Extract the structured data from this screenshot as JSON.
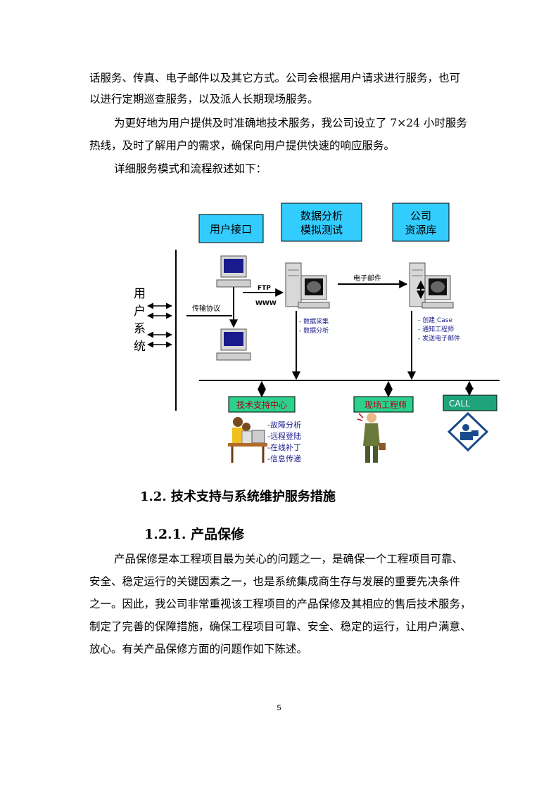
{
  "paragraphs": {
    "p1_line1": "话服务、传真、电子邮件以及其它方式。公司会根据用户请求进行服务，也可",
    "p1_line2": "以进行定期巡查服务，以及派人长期现场服务。",
    "p2_line1": "为更好地为用户提供及时准确地技术服务，我公司设立了 7×24 小时服务",
    "p2_line2": "热线，及时了解用户的需求，确保向用户提供快速的响应服务。",
    "p3": "详细服务模式和流程叙述如下：",
    "p4_line1": "产品保修是本工程项目最为关心的问题之一，是确保一个工程项目可靠、",
    "p4_line2": "安全、稳定运行的关键因素之一，也是系统集成商生存与发展的重要先决条件",
    "p4_line3": "之一。因此，我公司非常重视该工程项目的产品保修及其相应的售后技术服务，",
    "p4_line4": "制定了完善的保障措施，确保工程项目可靠、安全、稳定的运行，让用户满意、",
    "p4_line5": "放心。有关产品保修方面的问题作如下陈述。"
  },
  "headings": {
    "h2": "1.2.  技术支持与系统维护服务措施",
    "h3": "1.2.1. 产品保修"
  },
  "diagram": {
    "box_user_interface": "用户接口",
    "box_data_analysis_1": "数据分析",
    "box_data_analysis_2": "模拟测试",
    "box_company_1": "公司",
    "box_company_2": "资源库",
    "user_system": [
      "用",
      "户",
      "系",
      "统"
    ],
    "transfer_protocol": "传输协议",
    "ftp": "FTP",
    "www": "WWW",
    "email": "电子邮件",
    "data_list": [
      "- 数据采集",
      "- 数据分析"
    ],
    "company_list": [
      "- 创建 Case",
      "- 通知工程师",
      "- 发送电子邮件"
    ],
    "support_center": "技术支持中心",
    "field_engineer": "现场工程师",
    "call": "CALL",
    "support_list": [
      "-故障分析",
      "-远程登陆",
      "-在线补丁",
      "-信息传递"
    ]
  },
  "page_number": "5",
  "colors": {
    "top_box": "#33ccff",
    "bottom_box": "#2bd18c",
    "call_box": "#1fa37a"
  }
}
